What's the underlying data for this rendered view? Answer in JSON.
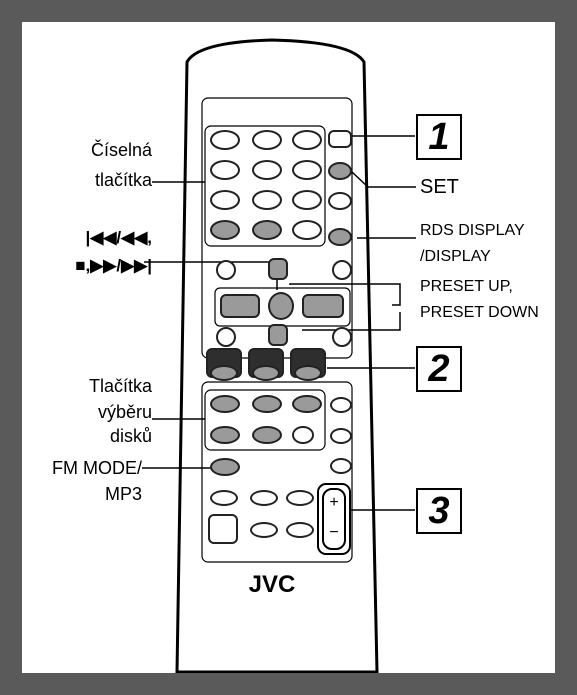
{
  "labels": {
    "numeric_1": "Číselná",
    "numeric_2": "tlačítka",
    "transport_1": "|◀◀/◀◀,",
    "transport_2": "■,▶▶/▶▶|",
    "disc_1": "Tlačítka",
    "disc_2": "výběru",
    "disc_3": "disků",
    "fm_1": "FM MODE/",
    "fm_2": "MP3",
    "set": "SET",
    "rds_1": "RDS DISPLAY",
    "rds_2": "/DISPLAY",
    "preset_1": "PRESET UP,",
    "preset_2": "PRESET DOWN"
  },
  "step_numbers": {
    "one": "1",
    "two": "2",
    "three": "3"
  },
  "remote": {
    "brand": "JVC",
    "volume_plus": "+",
    "volume_minus": "−"
  },
  "colors": {
    "frame": "#5a5a5a",
    "button_gray": "#9a9a9a",
    "button_dark": "#3a3a3a"
  }
}
